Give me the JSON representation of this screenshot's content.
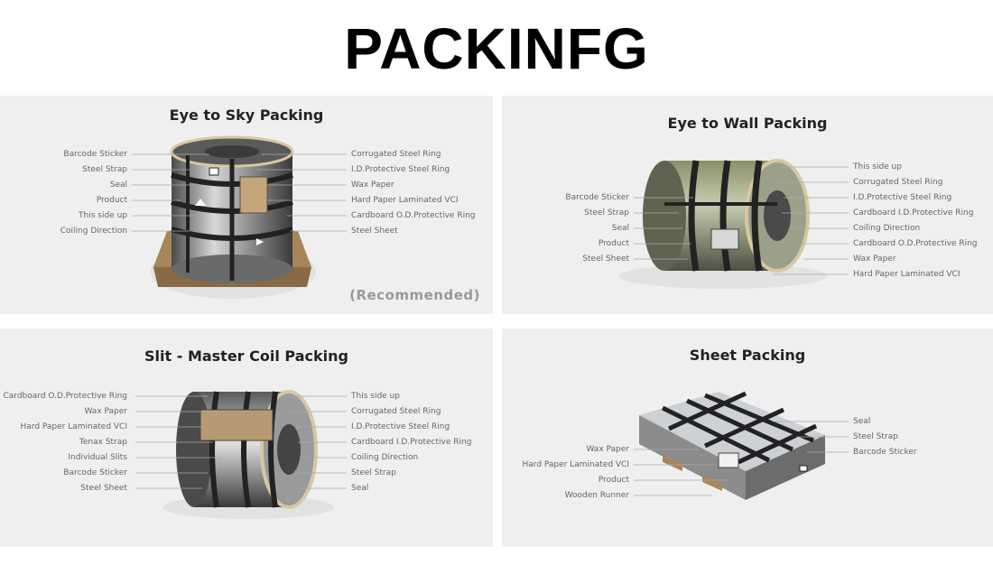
{
  "title": "PACKINFG",
  "panels": [
    {
      "title": "Eye to Sky Packing",
      "left_labels": [
        "Barcode Sticker",
        "Steel Strap",
        "Seal",
        "Product",
        "This side up",
        "Coiling Direction"
      ],
      "right_labels": [
        "Corrugated Steel Ring",
        "I.D.Protective Steel Ring",
        "Wax Paper",
        "Hard Paper Laminated VCI",
        "Cardboard O.D.Protective Ring",
        "Steel Sheet"
      ],
      "note": "(Recommended)"
    },
    {
      "title": "Eye to Wall Packing",
      "left_labels": [
        "Barcode Sticker",
        "Steel Strap",
        "Seal",
        "Product",
        "Steel Sheet"
      ],
      "right_labels": [
        "This side up",
        "Corrugated Steel Ring",
        "I.D.Protective Steel Ring",
        "Cardboard I.D.Protective Ring",
        "Coiling Direction",
        "Cardboard O.D.Protective Ring",
        "Wax Paper",
        "Hard Paper Laminated VCI"
      ]
    },
    {
      "title": "Slit - Master Coil Packing",
      "left_labels": [
        "Cardboard O.D.Protective Ring",
        "Wax Paper",
        "Hard Paper Laminated VCI",
        "Tenax Strap",
        "Individual Slits",
        "Barcode Sticker",
        "Steel Sheet"
      ],
      "right_labels": [
        "This side up",
        "Corrugated Steel Ring",
        "I.D.Protective Steel Ring",
        "Cardboard I.D.Protective Ring",
        "Coiling Direction",
        "Steel Strap",
        "Seal"
      ]
    },
    {
      "title": "Sheet Packing",
      "left_labels": [
        "Wax Paper",
        "Hard Paper Laminated VCI",
        "Product",
        "Wooden Runner"
      ],
      "right_labels": [
        "Seal",
        "Steel Strap",
        "Barcode Sticker"
      ]
    }
  ]
}
